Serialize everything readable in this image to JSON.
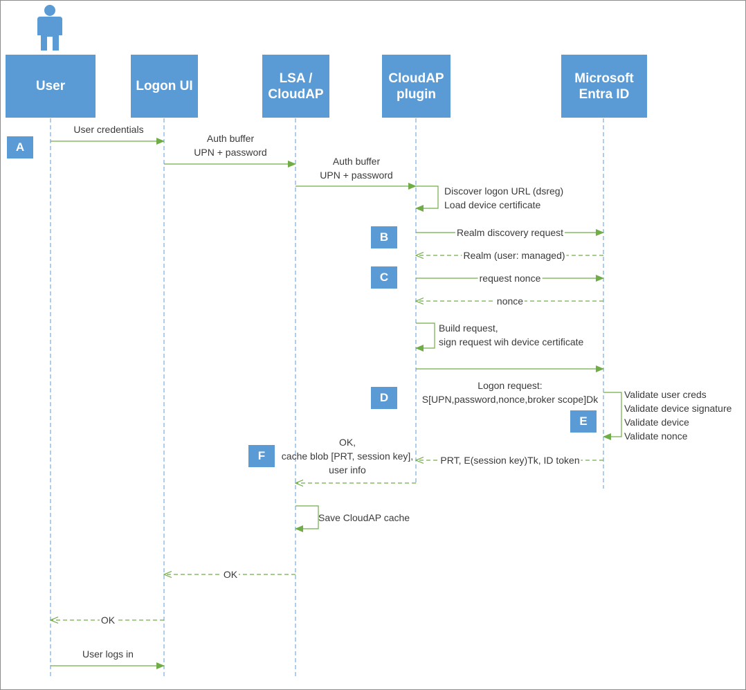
{
  "participants": [
    {
      "id": "user",
      "label": "User"
    },
    {
      "id": "logon-ui",
      "label": "Logon UI"
    },
    {
      "id": "lsa",
      "label": "LSA /\nCloudAP"
    },
    {
      "id": "cloudap-plugin",
      "label": "CloudAP\nplugin"
    },
    {
      "id": "entra",
      "label": "Microsoft\nEntra ID"
    }
  ],
  "steps": [
    "A",
    "B",
    "C",
    "D",
    "E",
    "F"
  ],
  "messages": {
    "user_credentials": "User credentials",
    "auth_buffer_1": "Auth buffer\nUPN + password",
    "auth_buffer_2": "Auth buffer\nUPN + password",
    "discover": "Discover logon URL (dsreg)\nLoad device certificate",
    "realm_request": "Realm discovery request",
    "realm_response": "Realm (user: managed)",
    "request_nonce": "request nonce",
    "nonce": "nonce",
    "build_request": "Build request,\nsign request wih device certificate",
    "logon_request": "Logon request:\nS[UPN,password,nonce,broker scope]Dk",
    "validate": "Validate user creds\nValidate device signature\nValidate device\nValidate nonce",
    "prt_response": "PRT, E(session key)Tk, ID token",
    "ok_cache": "OK,\ncache blob [PRT, session key],\nuser info",
    "save_cache": "Save CloudAP cache",
    "ok_1": "OK",
    "ok_2": "OK",
    "user_logs_in": "User logs in"
  },
  "colors": {
    "actor_fill": "#5b9bd5",
    "lifeline": "#5b9bd5",
    "arrow": "#70ad47",
    "text": "#3a3a3a"
  },
  "icons": {
    "user": "person-icon"
  }
}
